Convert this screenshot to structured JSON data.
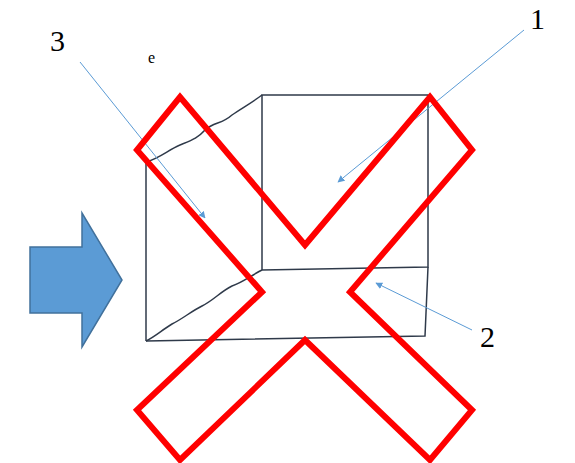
{
  "diagram": {
    "labels": [
      "3",
      "1",
      "2",
      "e"
    ]
  }
}
